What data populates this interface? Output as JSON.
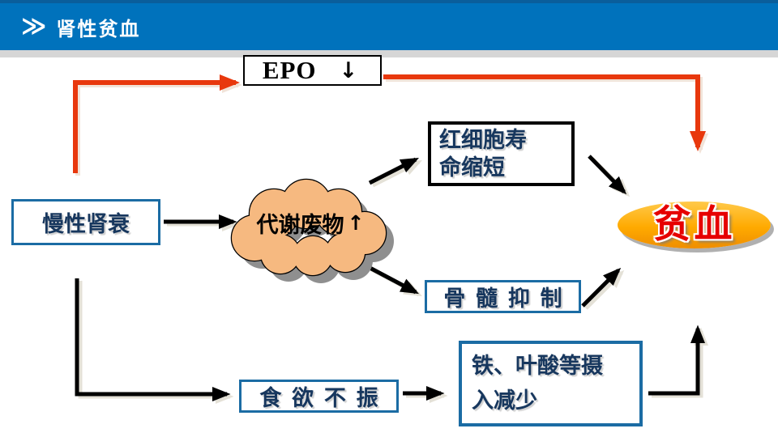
{
  "header": {
    "title": "肾性贫血",
    "chevron_icon": "≫",
    "bar_color": "#0072BC"
  },
  "diagram": {
    "epo": {
      "label": "EPO",
      "arrow": "↓"
    },
    "nodes": {
      "chronic_renal_failure": "慢性肾衰",
      "metabolic_waste": "代谢废物",
      "metabolic_arrow": "↑",
      "rbc_line1": "红细胞寿",
      "rbc_line2": "命缩短",
      "marrow_suppression": "骨 髓 抑 制",
      "appetite_loss": "食 欲 不 振",
      "iron_line1": "铁、叶酸等摄",
      "iron_line2": "入减少",
      "anemia": "贫血"
    },
    "colors": {
      "red_arrow": "#E8380D",
      "black_arrow": "#000000",
      "blue_border": "#1B6CA4",
      "navy_text": "#17375E",
      "cloud_fill": "#F6B980",
      "cloud_shadow": "#8F8F8F",
      "ellipse_fill": "#FFAA00",
      "anemia_text": "#E60000",
      "header_blue": "#0072BC"
    }
  }
}
